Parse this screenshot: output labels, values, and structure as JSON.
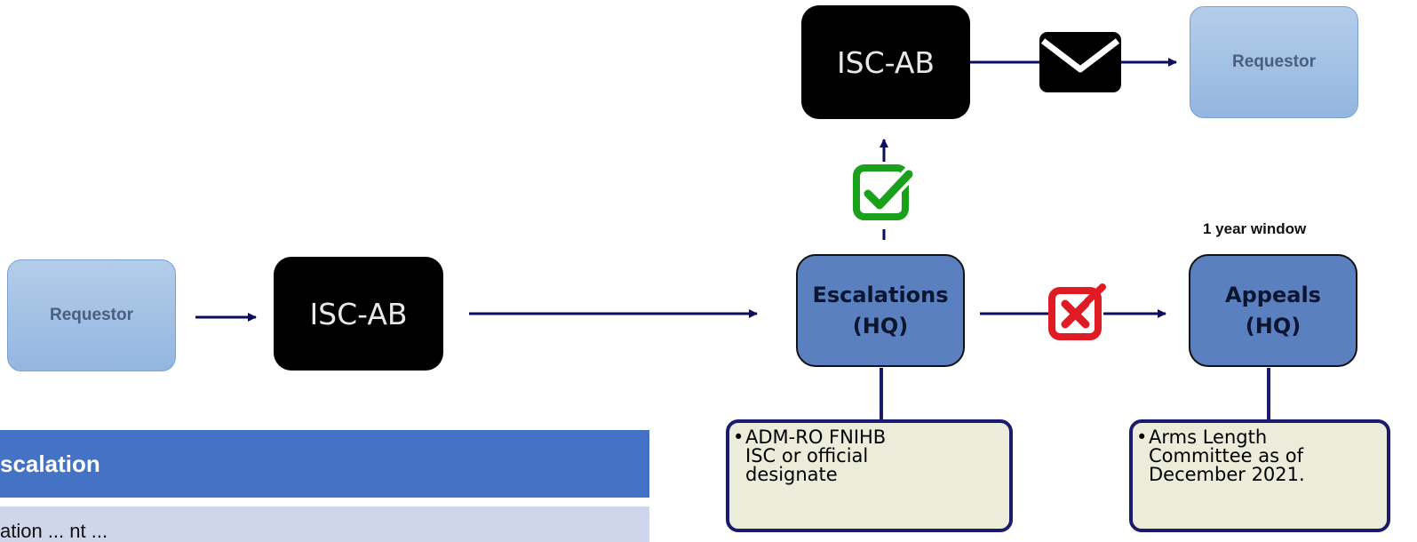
{
  "nodes": {
    "requestor_left": "Requestor",
    "isc_ab_left": "ISC-AB",
    "escalations": "Escalations\n(HQ)",
    "isc_ab_top": "ISC-AB",
    "requestor_top": "Requestor",
    "appeals": "Appeals\n(HQ)"
  },
  "annotations": {
    "window_label": "1 year window",
    "escalations_note": "ADM-RO FNIHB\nISC or official\ndesignate",
    "appeals_note": "Arms Length\nCommittee as of\nDecember 2021.",
    "bullet": "•"
  },
  "table": {
    "header": "scalation",
    "row_text": "ation ... nt ..."
  },
  "icons": {
    "approve": "checkbox-check-icon",
    "reject": "checkbox-x-icon",
    "mail": "envelope-icon"
  },
  "colors": {
    "arrow": "#0d0d5e",
    "check": "#1aa01a",
    "cross": "#e01b24",
    "hq_box": "#5b80c0",
    "banner": "#4472c4"
  }
}
